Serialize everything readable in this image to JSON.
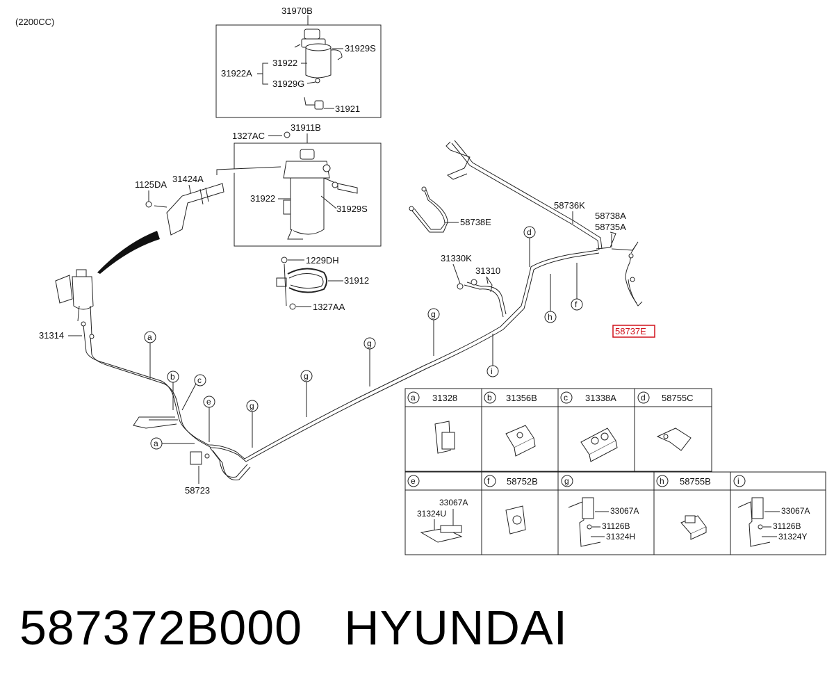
{
  "engine_note": "(2200CC)",
  "labels": {
    "p31970B": "31970B",
    "p31929S_top": "31929S",
    "p31922_top": "31922",
    "p31922A": "31922A",
    "p31929G": "31929G",
    "p31921": "31921",
    "p1327AC": "1327AC",
    "p31911B": "31911B",
    "p1125DA": "1125DA",
    "p31424A": "31424A",
    "p31922_mid": "31922",
    "p31929S_mid": "31929S",
    "p1229DH": "1229DH",
    "p31912": "31912",
    "p1327AA": "1327AA",
    "p31314": "31314",
    "p58723": "58723",
    "p31330K": "31330K",
    "p31310": "31310",
    "p58738E": "58738E",
    "p58736K": "58736K",
    "p58738A": "58738A",
    "p58735A": "58735A",
    "p58737E": "58737E"
  },
  "callouts": {
    "a1": "a",
    "a2": "a",
    "b": "b",
    "c": "c",
    "e": "e",
    "g1": "g",
    "g2": "g",
    "g3": "g",
    "g4": "g",
    "i": "i",
    "h": "h",
    "f": "f",
    "d": "d"
  },
  "parts_table": {
    "row1": [
      {
        "letter": "a",
        "code": "31328"
      },
      {
        "letter": "b",
        "code": "31356B"
      },
      {
        "letter": "c",
        "code": "31338A"
      },
      {
        "letter": "d",
        "code": "58755C"
      }
    ],
    "row2": [
      {
        "letter": "e",
        "code": ""
      },
      {
        "letter": "f",
        "code": "58752B"
      },
      {
        "letter": "g",
        "code": ""
      },
      {
        "letter": "h",
        "code": "58755B"
      },
      {
        "letter": "i",
        "code": ""
      }
    ],
    "e_labels": {
      "top": "33067A",
      "bottom": "31324U"
    },
    "g_labels": {
      "top": "33067A",
      "mid": "31126B",
      "bottom": "31324H"
    },
    "i_labels": {
      "top": "33067A",
      "mid": "31126B",
      "bottom": "31324Y"
    }
  },
  "highlight_color": "#d0101a",
  "part_number": "587372B000",
  "brand": "HYUNDAI"
}
